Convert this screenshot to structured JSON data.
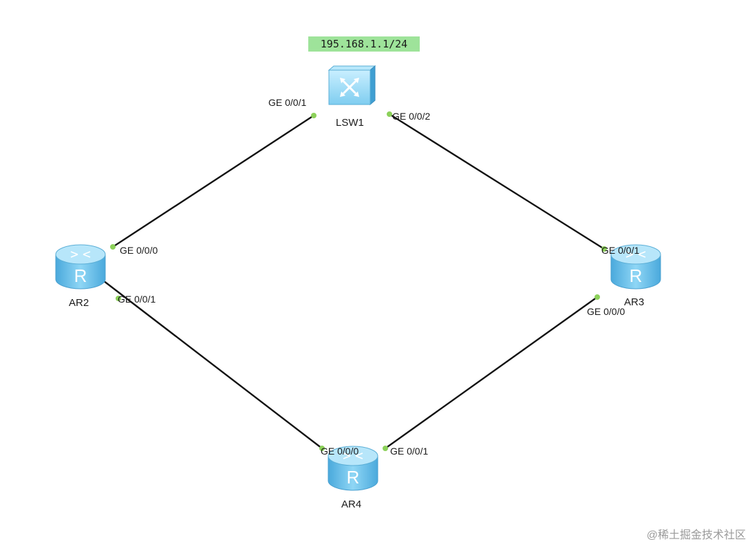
{
  "ip_label": "195.168.1.1/24",
  "devices": {
    "lsw1": {
      "name": "LSW1",
      "icon": "switch-icon"
    },
    "ar2": {
      "name": "AR2",
      "icon": "router-icon"
    },
    "ar3": {
      "name": "AR3",
      "icon": "router-icon"
    },
    "ar4": {
      "name": "AR4",
      "icon": "router-icon"
    }
  },
  "ports": {
    "lsw1_ge001": "GE 0/0/1",
    "lsw1_ge002": "GE 0/0/2",
    "ar2_ge000": "GE 0/0/0",
    "ar2_ge001": "GE 0/0/1",
    "ar3_ge001": "GE 0/0/1",
    "ar3_ge000": "GE 0/0/0",
    "ar4_ge000": "GE 0/0/0",
    "ar4_ge001": "GE 0/0/1"
  },
  "colors": {
    "link": "#111111",
    "port_dot": "#8cd15a",
    "device_blue": "#6fc6ee",
    "ip_background": "#9ee39a"
  },
  "watermark": "@稀土掘金技术社区"
}
